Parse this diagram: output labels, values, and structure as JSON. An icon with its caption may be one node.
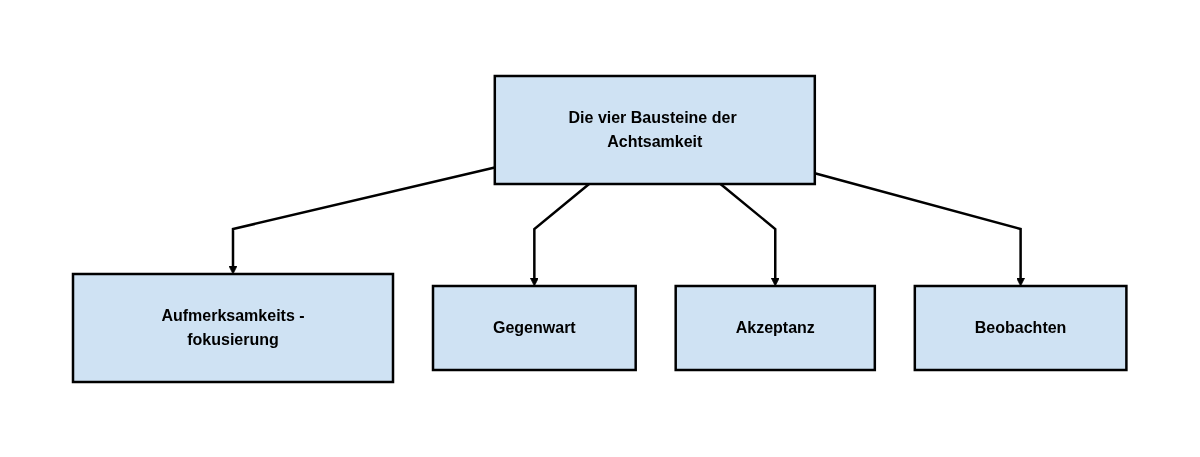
{
  "diagram": {
    "nodes": [
      {
        "text": [
          "Die vier Bausteine der Achtsamkeit"
        ]
      },
      {
        "text": [
          "Aufmerksamkeits -fokusierung"
        ]
      },
      {
        "text": [
          "Gegenwart"
        ]
      },
      {
        "text": [
          "Akzeptanz"
        ]
      },
      {
        "text": [
          "Beobachten"
        ]
      }
    ],
    "edges": [
      {
        "from": 0,
        "to": 1,
        "arrow": "to"
      },
      {
        "from": 0,
        "to": 2,
        "arrow": "to"
      },
      {
        "from": 0,
        "to": 3,
        "arrow": "to"
      },
      {
        "from": 0,
        "to": 4,
        "arrow": "to"
      }
    ]
  }
}
